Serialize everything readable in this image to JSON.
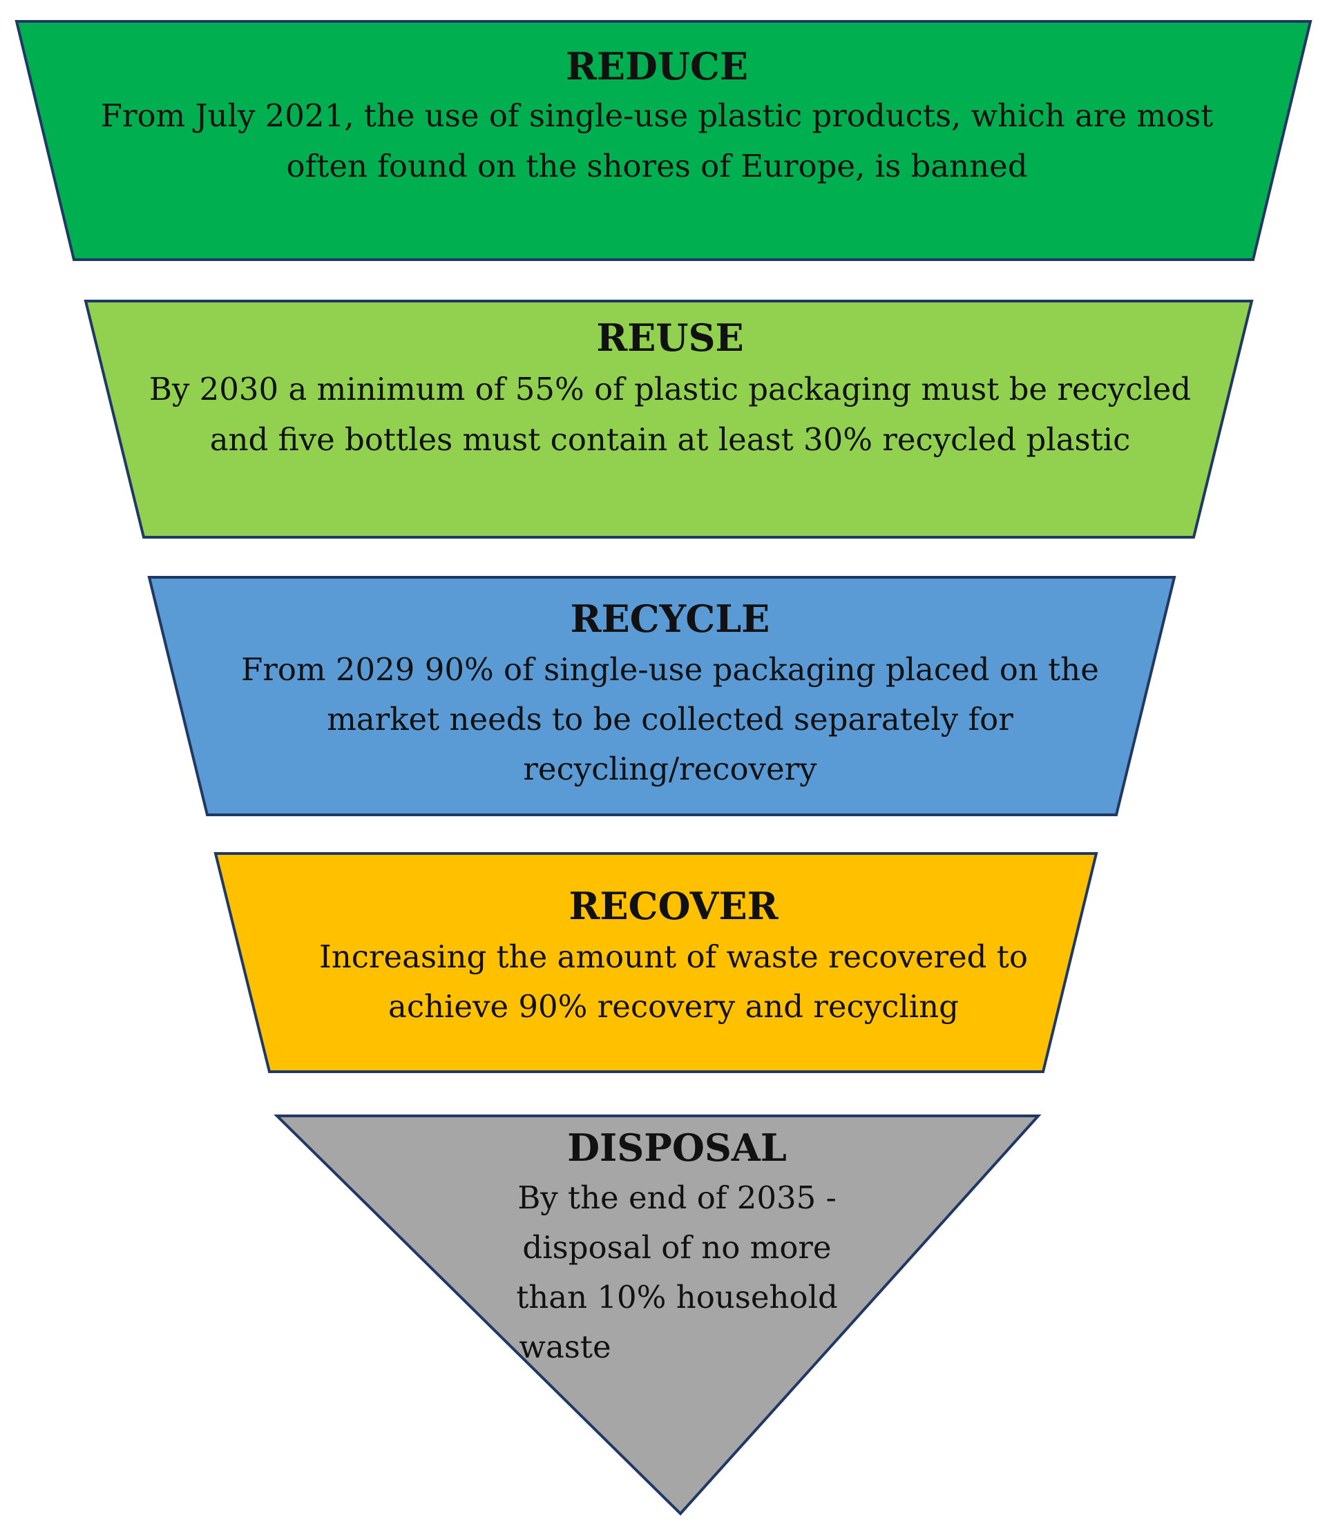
{
  "tiers": [
    {
      "id": "reduce",
      "title": "REDUCE",
      "lines": [
        "From July 2021, the use of single-use plastic products, which are most",
        "often found on the shores of Europe, is banned"
      ],
      "color": "#00b050"
    },
    {
      "id": "reuse",
      "title": "REUSE",
      "lines": [
        "By 2030 a minimum of 55% of plastic packaging must be recycled",
        "and five bottles must contain at least 30% recycled plastic"
      ],
      "color": "#92d050"
    },
    {
      "id": "recycle",
      "title": "RECYCLE",
      "lines": [
        "From 2029 90% of single-use packaging placed on the",
        "market needs to be collected separately for",
        "recycling/recovery"
      ],
      "color": "#5b9bd5"
    },
    {
      "id": "recover",
      "title": "RECOVER",
      "lines": [
        "Increasing the amount of waste recovered to",
        "achieve 90% recovery and recycling"
      ],
      "color": "#ffc000"
    },
    {
      "id": "disposal",
      "title": "DISPOSAL",
      "lines": [
        "By the end of 2035 -",
        "disposal of no more",
        "than 10% household",
        "waste"
      ],
      "color": "#a6a6a6"
    }
  ],
  "border_color": "#1f3864"
}
